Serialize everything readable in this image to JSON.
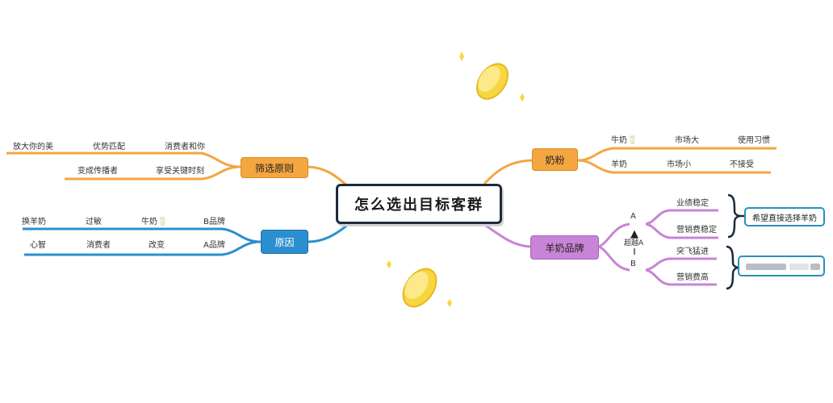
{
  "title": "怎么选出目标客群",
  "branches": {
    "filter": {
      "label": "筛选原则",
      "row1": [
        "放大你的美",
        "优势匹配",
        "消费者和你"
      ],
      "row2": [
        "变成传播者",
        "享受关键时刻"
      ]
    },
    "reason": {
      "label": "原因",
      "row1": [
        "换羊奶",
        "过敏",
        "牛奶🥛",
        "B品牌"
      ],
      "row2": [
        "心智",
        "消费者",
        "改变",
        "A品牌"
      ]
    },
    "milk_powder": {
      "label": "奶粉",
      "row1": [
        "牛奶🥛",
        "市场大",
        "使用习惯"
      ],
      "row2": [
        "羊奶",
        "市场小",
        "不接受"
      ]
    },
    "goat_brand": {
      "label": "羊奶品牌",
      "a_label": "A",
      "b_label": "B",
      "overtake": "超越A",
      "a_items": [
        "业绩稳定",
        "营销费稳定"
      ],
      "b_items": [
        "突飞猛进",
        "营销费高"
      ],
      "a_note": "希望直接选择羊奶"
    }
  },
  "colors": {
    "orange": "#f4a640",
    "blue": "#2b8fcf",
    "purple": "#c884d6",
    "dark": "#1f2a3a",
    "coin": "#f7d640"
  }
}
